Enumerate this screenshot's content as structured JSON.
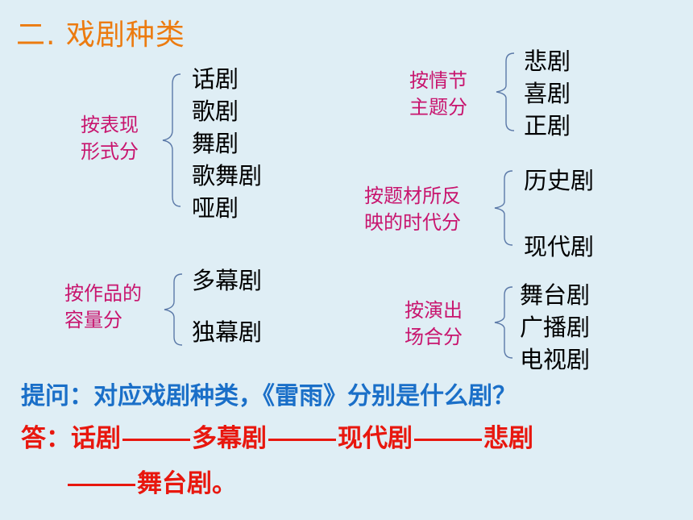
{
  "title": "二. 戏剧种类",
  "groups": {
    "form": {
      "label_lines": [
        "按表现",
        "形式分"
      ],
      "items": [
        "话剧",
        "歌剧",
        "舞剧",
        "歌舞剧",
        "哑剧"
      ]
    },
    "capacity": {
      "label_lines": [
        "按作品的",
        "容量分"
      ],
      "items": [
        "多幕剧",
        "独幕剧"
      ]
    },
    "theme": {
      "label_lines": [
        "按情节",
        "主题分"
      ],
      "items": [
        "悲剧",
        "喜剧",
        "正剧"
      ]
    },
    "era": {
      "label_lines": [
        "按题材所反",
        "映的时代分"
      ],
      "items": [
        "历史剧",
        "现代剧"
      ]
    },
    "venue": {
      "label_lines": [
        "按演出",
        "场合分"
      ],
      "items": [
        "舞台剧",
        "广播剧",
        "电视剧"
      ]
    }
  },
  "question": "提问：对应戏剧种类，《雷雨》分别是什么剧？",
  "answer": {
    "prefix": "答：",
    "parts": [
      "话剧",
      "多幕剧",
      "现代剧",
      "悲剧"
    ],
    "last": "舞台剧。"
  },
  "colors": {
    "title": "#ec7b10",
    "category": "#c8156e",
    "question": "#1a6fc8",
    "answer": "#e8170e",
    "background": "#dfeef5"
  }
}
